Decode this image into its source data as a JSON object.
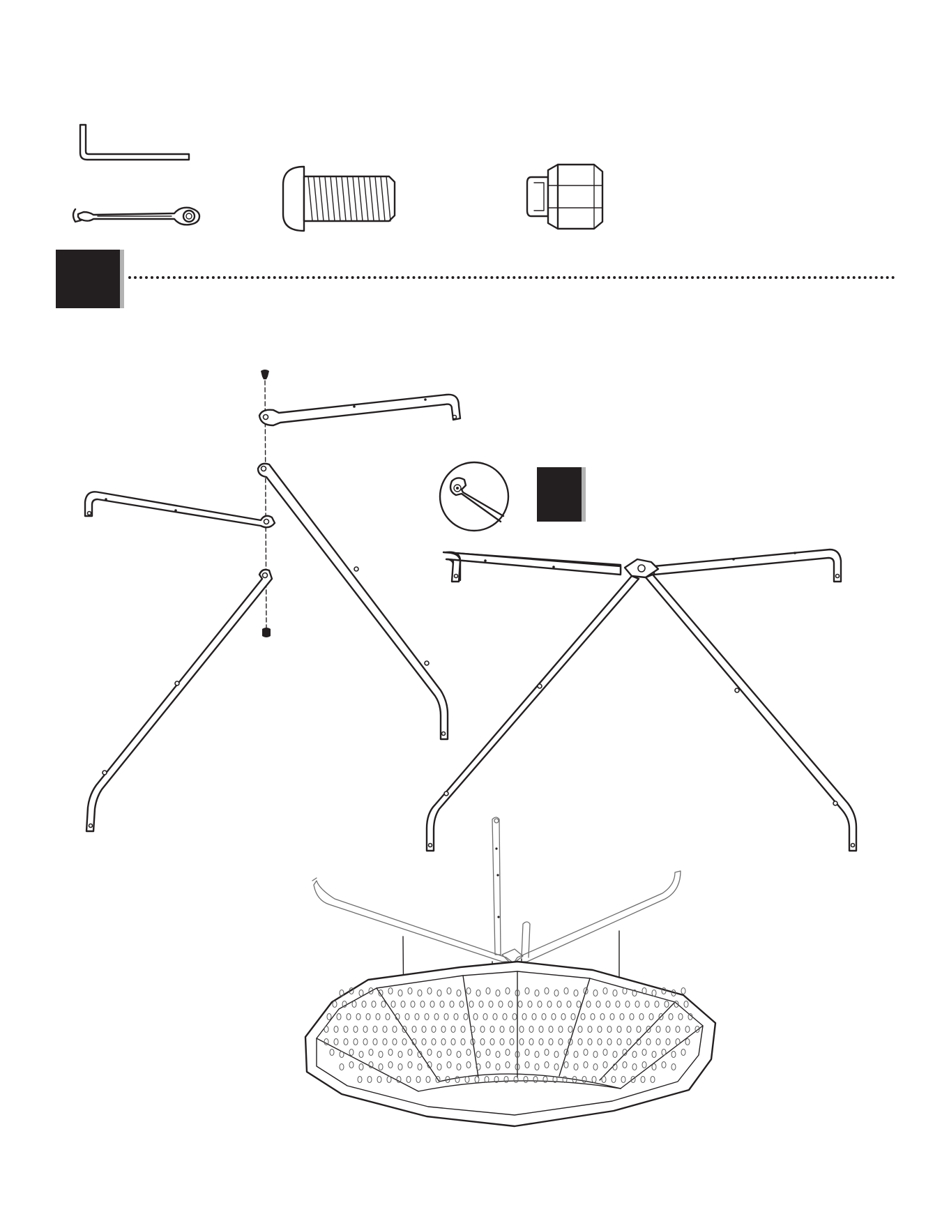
{
  "page": {
    "type": "assembly-instruction-step",
    "colors": {
      "ink": "#231f20",
      "badge_shadow": "#b3b3b3",
      "background": "#ffffff",
      "part_outline_light": "#6d6d6d"
    }
  },
  "tools": [
    {
      "icon": "allen-key-icon"
    },
    {
      "icon": "open-end-wrench-icon"
    }
  ],
  "hardware": [
    {
      "icon": "button-head-bolt-icon"
    },
    {
      "icon": "lock-nut-icon"
    }
  ],
  "step": {
    "badge_icon": "step-number-badge",
    "divider_icon": "dotted-divider"
  },
  "illustrations": [
    {
      "icon": "exploded-frame-assembly-icon"
    },
    {
      "icon": "wrench-tighten-detail-icon"
    },
    {
      "icon": "substep-badge"
    },
    {
      "icon": "assembled-frame-icon"
    },
    {
      "icon": "frame-into-basket-icon"
    }
  ]
}
